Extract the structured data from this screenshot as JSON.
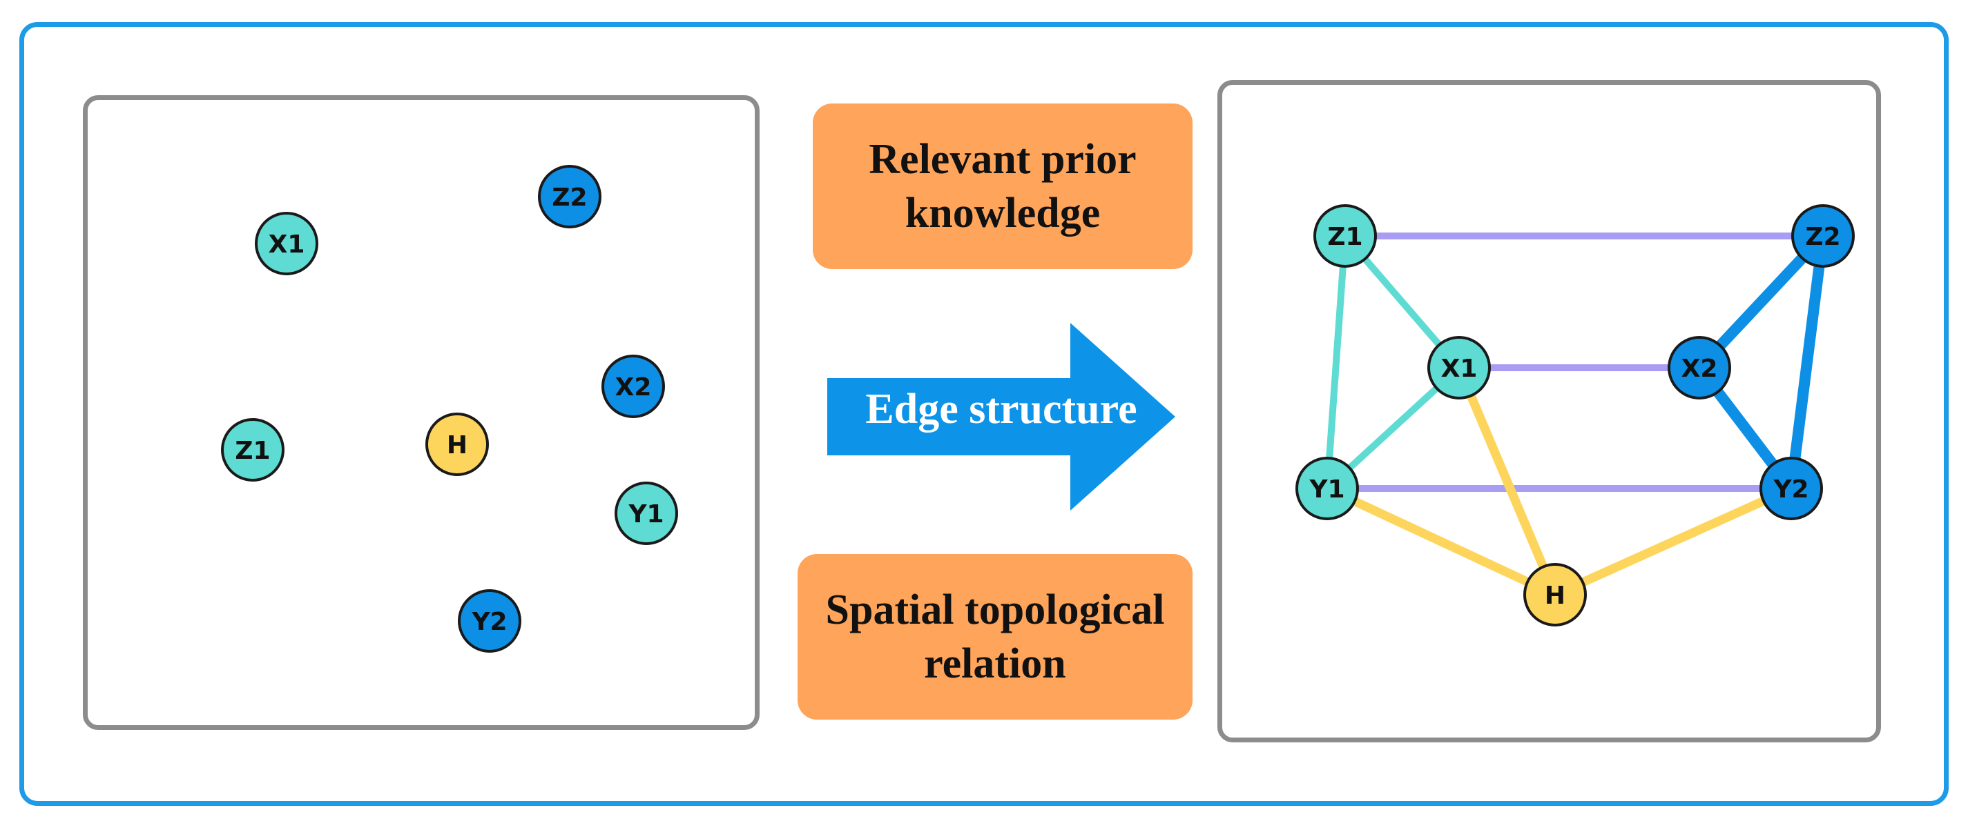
{
  "colors": {
    "frame": "#1e9be6",
    "panel_border": "#8c8c8c",
    "orange_box": "#ffa45b",
    "arrow": "#0d93e8",
    "teal_node": "#5edbd2",
    "blue_node": "#0d8fe6",
    "yellow_node": "#fed55c",
    "teal_edge": "#5edbd2",
    "purple_edge": "#a89df2",
    "blue_edge": "#0d8fe6",
    "yellow_edge": "#fed55c"
  },
  "labels": {
    "prior_knowledge": "Relevant prior\nknowledge",
    "edge_structure": "Edge structure",
    "spatial_relation": "Spatial topological\nrelation"
  },
  "left_nodes": [
    {
      "id": "X1",
      "label": "X1",
      "group": "teal"
    },
    {
      "id": "Z2",
      "label": "Z2",
      "group": "blue"
    },
    {
      "id": "X2",
      "label": "X2",
      "group": "blue"
    },
    {
      "id": "Z1",
      "label": "Z1",
      "group": "teal"
    },
    {
      "id": "H",
      "label": "H",
      "group": "yellow"
    },
    {
      "id": "Y1",
      "label": "Y1",
      "group": "teal"
    },
    {
      "id": "Y2",
      "label": "Y2",
      "group": "blue"
    }
  ],
  "right_nodes": [
    {
      "id": "Z1",
      "label": "Z1",
      "group": "teal"
    },
    {
      "id": "Z2",
      "label": "Z2",
      "group": "blue"
    },
    {
      "id": "X1",
      "label": "X1",
      "group": "teal"
    },
    {
      "id": "X2",
      "label": "X2",
      "group": "blue"
    },
    {
      "id": "Y1",
      "label": "Y1",
      "group": "teal"
    },
    {
      "id": "Y2",
      "label": "Y2",
      "group": "blue"
    },
    {
      "id": "H",
      "label": "H",
      "group": "yellow"
    }
  ],
  "right_edges": [
    {
      "from": "Z1",
      "to": "Z2",
      "color": "purple"
    },
    {
      "from": "X1",
      "to": "X2",
      "color": "purple"
    },
    {
      "from": "Y1",
      "to": "Y2",
      "color": "purple"
    },
    {
      "from": "Z1",
      "to": "X1",
      "color": "teal"
    },
    {
      "from": "Z1",
      "to": "Y1",
      "color": "teal"
    },
    {
      "from": "X1",
      "to": "Y1",
      "color": "teal"
    },
    {
      "from": "Z2",
      "to": "X2",
      "color": "blue"
    },
    {
      "from": "Z2",
      "to": "Y2",
      "color": "blue"
    },
    {
      "from": "X2",
      "to": "Y2",
      "color": "blue"
    },
    {
      "from": "X1",
      "to": "H",
      "color": "yellow"
    },
    {
      "from": "Y1",
      "to": "H",
      "color": "yellow"
    },
    {
      "from": "Y2",
      "to": "H",
      "color": "yellow"
    }
  ]
}
